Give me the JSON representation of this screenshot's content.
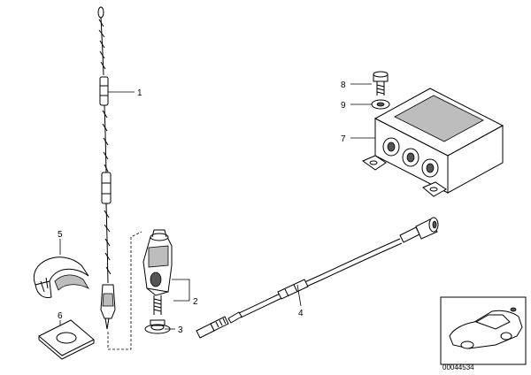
{
  "callouts": {
    "c1": "1",
    "c2": "2",
    "c3": "3",
    "c4": "4",
    "c5": "5",
    "c6": "6",
    "c7": "7",
    "c8": "8",
    "c9": "9"
  },
  "reference_code": "00044534"
}
